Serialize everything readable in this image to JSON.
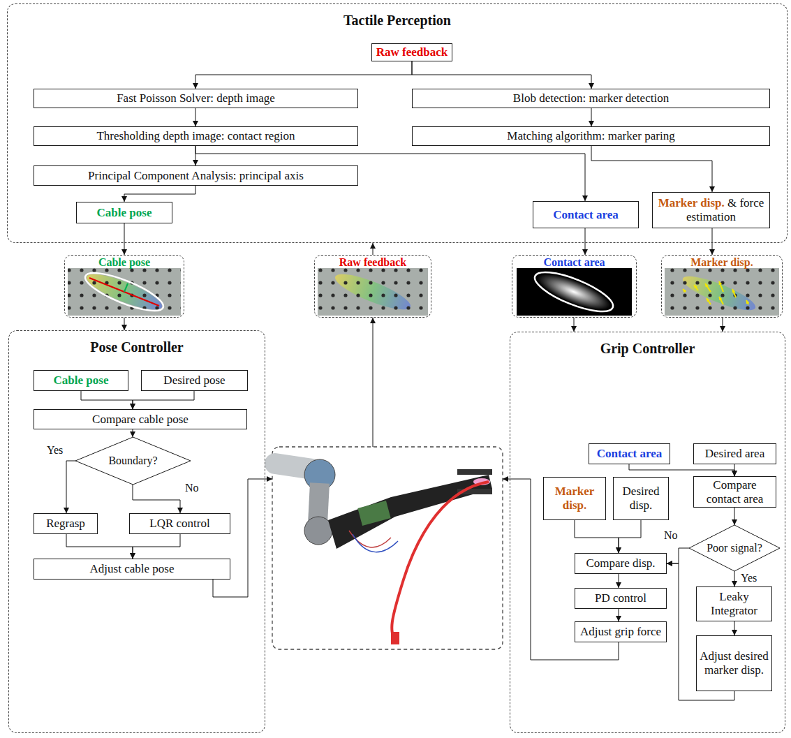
{
  "diagram": {
    "nodes": [
      {
        "text": [
          "Tactile Perception"
        ]
      },
      {
        "text": [
          "Raw feedback"
        ],
        "in": 0
      },
      {
        "text": [
          "Fast Poisson Solver: depth image"
        ],
        "in": 0
      },
      {
        "text": [
          "Blob detection: marker detection"
        ],
        "in": 0
      },
      {
        "text": [
          "Thresholding depth image: contact region"
        ],
        "in": 0
      },
      {
        "text": [
          "Matching algorithm: marker paring"
        ],
        "in": 0
      },
      {
        "text": [
          "Principal Component Analysis: principal axis"
        ],
        "in": 0
      },
      {
        "text": [
          "Cable pose"
        ],
        "in": 0
      },
      {
        "text": [
          "Contact area"
        ],
        "in": 0
      },
      {
        "text": [
          "Marker disp.",
          "& force estimation"
        ],
        "in": 0
      },
      {
        "text": [
          "Cable pose"
        ]
      },
      {
        "text": [
          "Raw feedback"
        ]
      },
      {
        "text": [
          "Contact area"
        ]
      },
      {
        "text": [
          "Marker disp."
        ]
      },
      {
        "text": [
          "Pose Controller"
        ]
      },
      {
        "text": [
          "Cable pose"
        ],
        "in": 14
      },
      {
        "text": [
          "Desired pose"
        ],
        "in": 14
      },
      {
        "text": [
          "Compare cable pose"
        ],
        "in": 14
      },
      {
        "text": [
          "Boundary?"
        ],
        "in": 14
      },
      {
        "text": [
          "Regrasp"
        ],
        "in": 14
      },
      {
        "text": [
          "LQR control"
        ],
        "in": 14
      },
      {
        "text": [
          "Adjust cable pose"
        ],
        "in": 14
      },
      {
        "text": [
          "Grip Controller"
        ]
      },
      {
        "text": [
          "Contact area"
        ],
        "in": 22
      },
      {
        "text": [
          "Desired area"
        ],
        "in": 22
      },
      {
        "text": [
          "Marker disp."
        ],
        "in": 22
      },
      {
        "text": [
          "Desired disp."
        ],
        "in": 22
      },
      {
        "text": [
          "Compare contact area"
        ],
        "in": 22
      },
      {
        "text": [
          "Poor signal?"
        ],
        "in": 22
      },
      {
        "text": [
          "Compare disp."
        ],
        "in": 22
      },
      {
        "text": [
          "Leaky Integrator"
        ],
        "in": 22
      },
      {
        "text": [
          "PD control"
        ],
        "in": 22
      },
      {
        "text": [
          "Adjust desired marker disp."
        ],
        "in": 22
      },
      {
        "text": [
          "Adjust grip force"
        ],
        "in": 22
      }
    ],
    "edges": [
      {
        "from": 1,
        "to": 2,
        "arrow": "to"
      },
      {
        "from": 1,
        "to": 3,
        "arrow": "to"
      },
      {
        "from": 2,
        "to": 4,
        "arrow": "to"
      },
      {
        "from": 3,
        "to": 5,
        "arrow": "to"
      },
      {
        "from": 4,
        "to": 6,
        "arrow": "to"
      },
      {
        "from": 4,
        "to": 8,
        "arrow": "to"
      },
      {
        "from": 6,
        "to": 7,
        "arrow": "to"
      },
      {
        "from": 5,
        "to": 9,
        "arrow": "to"
      },
      {
        "from": 7,
        "to": 10,
        "arrow": "to"
      },
      {
        "from": 11,
        "to": 0,
        "arrow": "to"
      },
      {
        "from": 8,
        "to": 12,
        "arrow": "to"
      },
      {
        "from": 9,
        "to": 13,
        "arrow": "to"
      },
      {
        "from": 10,
        "to": 14,
        "arrow": "to"
      },
      {
        "from": 12,
        "to": 22,
        "arrow": "to"
      },
      {
        "from": 13,
        "to": 22,
        "arrow": "to"
      },
      {
        "from": 15,
        "to": 17,
        "arrow": "to"
      },
      {
        "from": 16,
        "to": 17,
        "arrow": "to"
      },
      {
        "from": 17,
        "to": 18,
        "arrow": "to"
      },
      {
        "from": 18,
        "to": 19,
        "arrow": "to",
        "label": "Yes"
      },
      {
        "from": 18,
        "to": 20,
        "arrow": "to",
        "label": "No"
      },
      {
        "from": 19,
        "to": 21,
        "arrow": "to"
      },
      {
        "from": 20,
        "to": 21,
        "arrow": "to"
      },
      {
        "from": 23,
        "to": 27,
        "arrow": "to"
      },
      {
        "from": 24,
        "to": 27,
        "arrow": "to"
      },
      {
        "from": 27,
        "to": 28,
        "arrow": "to"
      },
      {
        "from": 28,
        "to": 30,
        "arrow": "to",
        "label": "Yes"
      },
      {
        "from": 28,
        "to": 29,
        "arrow": "to",
        "label": "No"
      },
      {
        "from": 30,
        "to": 32,
        "arrow": "to"
      },
      {
        "from": 32,
        "to": 29,
        "arrow": "to"
      },
      {
        "from": 25,
        "to": 29,
        "arrow": "to"
      },
      {
        "from": 26,
        "to": 29,
        "arrow": "to"
      },
      {
        "from": 29,
        "to": 31,
        "arrow": "to"
      },
      {
        "from": 31,
        "to": 33,
        "arrow": "to"
      }
    ]
  }
}
